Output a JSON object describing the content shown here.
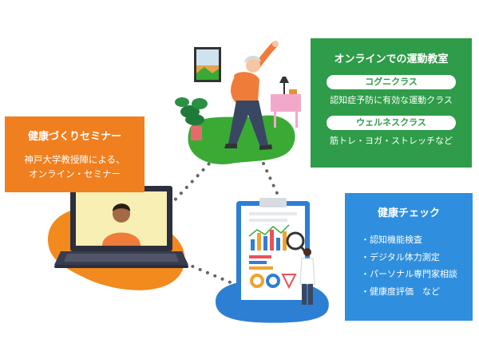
{
  "colors": {
    "orange": "#f07f1f",
    "green": "#2e9c48",
    "blue": "#2f8fde",
    "blob_green": "#3aaa35",
    "blob_orange": "#f28a1e",
    "blob_blue": "#2d7fd4"
  },
  "seminar": {
    "title": "健康づくりセミナー",
    "line1": "神戸大学教授陣による、",
    "line2": "オンライン・セミナー"
  },
  "online_class": {
    "title": "オンラインでの運動教室",
    "courses": [
      {
        "name": "コグニクラス",
        "description": "認知症予防に有効な運動クラス"
      },
      {
        "name": "ウェルネスクラス",
        "description": "筋トレ・ヨガ・ストレッチなど"
      }
    ]
  },
  "health_check": {
    "title": "健康チェック",
    "items": [
      "・認知機能検査",
      "・デジタル体力測定",
      "・パーソナル専門家相談",
      "・健康度評価　など"
    ]
  },
  "icons": [
    "exercising-elderly-woman-illustration",
    "laptop-video-call-illustration",
    "clipboard-report-illustration",
    "analyst-with-magnifier-illustration"
  ]
}
